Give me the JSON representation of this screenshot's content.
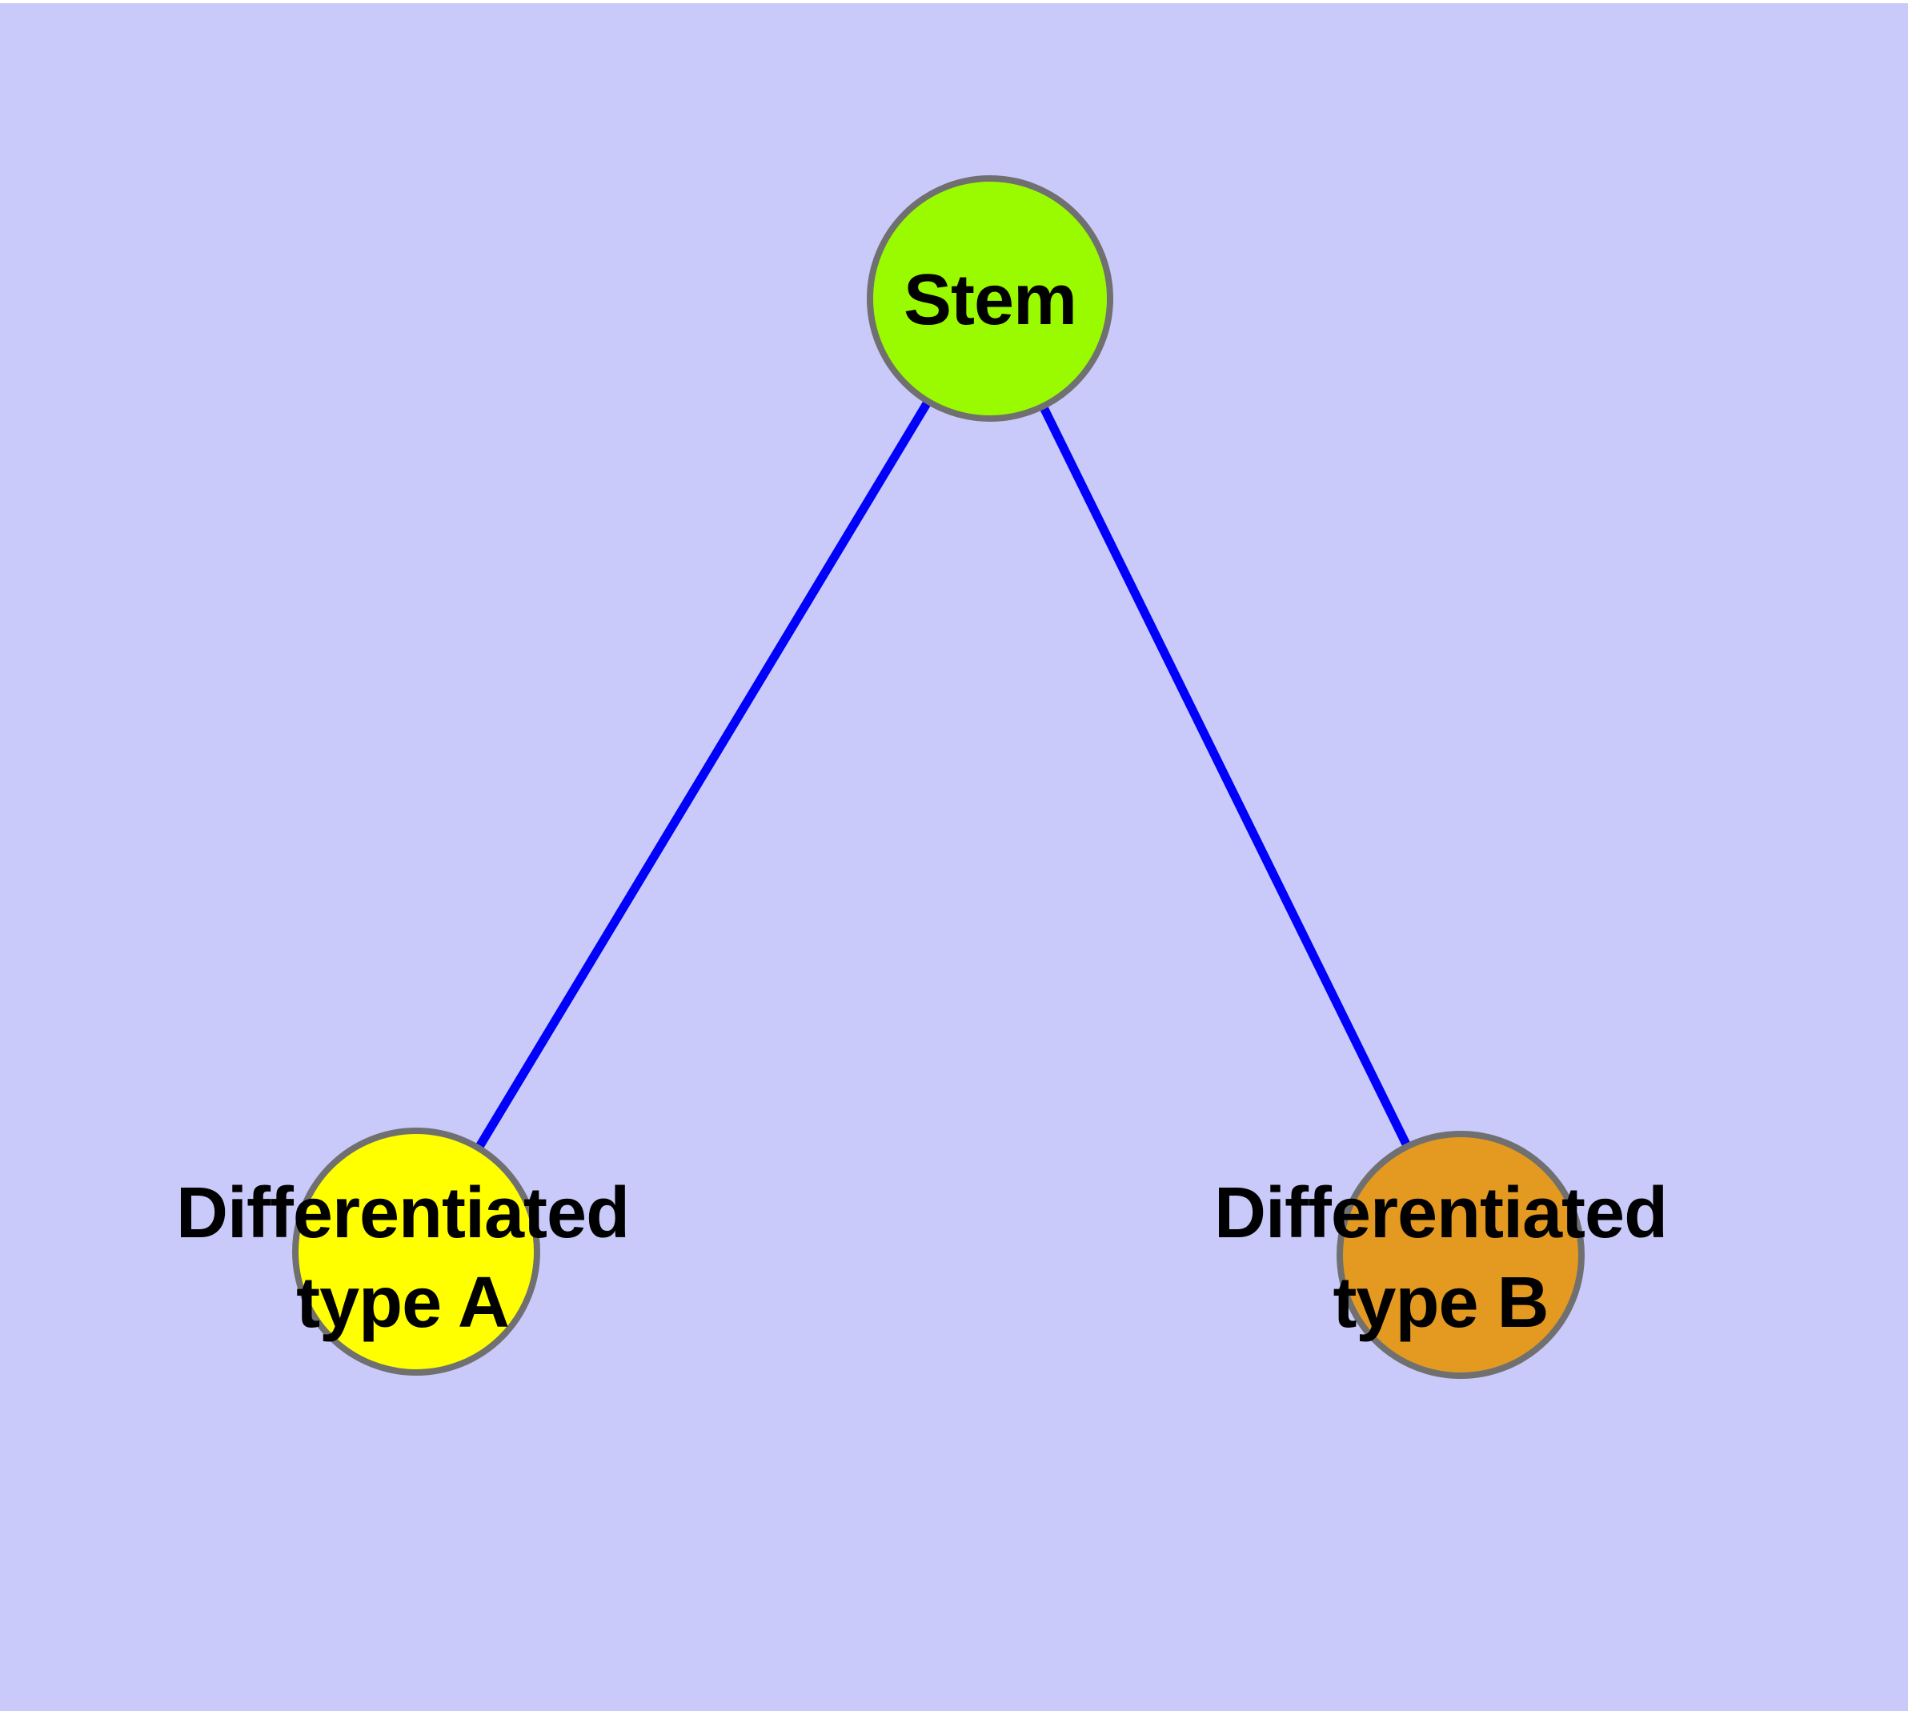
{
  "canvas": {
    "background": "#CACAFA",
    "top_strip_color": "#FFFFFF"
  },
  "diagram": {
    "type": "node-link-graph",
    "nodes": [
      {
        "id": "stem",
        "lines": [
          "Stem"
        ],
        "fill": "#9AFB00",
        "border_color": "#707070",
        "text_color": "#000000"
      },
      {
        "id": "differentiated-type-a",
        "lines": [
          "Differentiated",
          "type A"
        ],
        "fill": "#FFFF00",
        "border_color": "#707070",
        "text_color": "#000000"
      },
      {
        "id": "differentiated-type-b",
        "lines": [
          "Differentiated",
          "type B"
        ],
        "fill": "#E49A20",
        "border_color": "#707070",
        "text_color": "#000000"
      }
    ],
    "edges": [
      {
        "from": "stem",
        "to": "differentiated-type-a",
        "color": "#0000FB"
      },
      {
        "from": "stem",
        "to": "differentiated-type-b",
        "color": "#0000FB"
      }
    ]
  }
}
